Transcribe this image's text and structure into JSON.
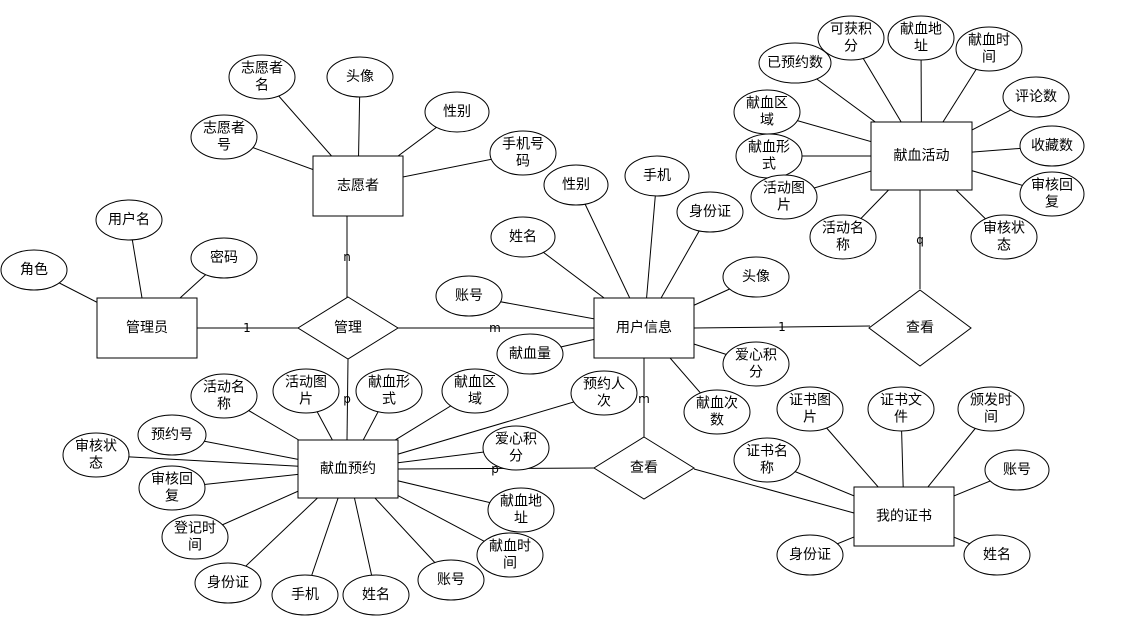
{
  "entities": [
    {
      "id": "volunteer",
      "label": "志愿者"
    },
    {
      "id": "admin",
      "label": "管理员"
    },
    {
      "id": "user",
      "label": "用户信息"
    },
    {
      "id": "activity",
      "label": "献血活动"
    },
    {
      "id": "reservation",
      "label": "献血预约"
    },
    {
      "id": "certificate",
      "label": "我的证书"
    }
  ],
  "relations": [
    {
      "id": "manage",
      "label": "管理"
    },
    {
      "id": "view1",
      "label": "查看"
    },
    {
      "id": "view2",
      "label": "查看"
    }
  ],
  "attributes": [
    {
      "id": "v_name",
      "label": "志愿者名",
      "entity": "volunteer"
    },
    {
      "id": "v_avatar",
      "label": "头像",
      "entity": "volunteer"
    },
    {
      "id": "v_gender",
      "label": "性别",
      "entity": "volunteer"
    },
    {
      "id": "v_no",
      "label": "志愿者号",
      "entity": "volunteer"
    },
    {
      "id": "v_phone",
      "label": "手机号码",
      "entity": "volunteer"
    },
    {
      "id": "a_username",
      "label": "用户名",
      "entity": "admin"
    },
    {
      "id": "a_role",
      "label": "角色",
      "entity": "admin"
    },
    {
      "id": "a_password",
      "label": "密码",
      "entity": "admin"
    },
    {
      "id": "u_gender",
      "label": "性别",
      "entity": "user"
    },
    {
      "id": "u_phone",
      "label": "手机",
      "entity": "user"
    },
    {
      "id": "u_idcard",
      "label": "身份证",
      "entity": "user"
    },
    {
      "id": "u_name",
      "label": "姓名",
      "entity": "user"
    },
    {
      "id": "u_avatar",
      "label": "头像",
      "entity": "user"
    },
    {
      "id": "u_account",
      "label": "账号",
      "entity": "user"
    },
    {
      "id": "u_amount",
      "label": "献血量",
      "entity": "user"
    },
    {
      "id": "u_points",
      "label": "爱心积分",
      "entity": "user"
    },
    {
      "id": "u_times",
      "label": "献血次数",
      "entity": "user"
    },
    {
      "id": "act_reserved",
      "label": "已预约数",
      "entity": "activity"
    },
    {
      "id": "act_points",
      "label": "可获积分",
      "entity": "activity"
    },
    {
      "id": "act_address",
      "label": "献血地址",
      "entity": "activity"
    },
    {
      "id": "act_time",
      "label": "献血时间",
      "entity": "activity"
    },
    {
      "id": "act_region",
      "label": "献血区域",
      "entity": "activity"
    },
    {
      "id": "act_comments",
      "label": "评论数",
      "entity": "activity"
    },
    {
      "id": "act_form",
      "label": "献血形式",
      "entity": "activity"
    },
    {
      "id": "act_favs",
      "label": "收藏数",
      "entity": "activity"
    },
    {
      "id": "act_image",
      "label": "活动图片",
      "entity": "activity"
    },
    {
      "id": "act_reply",
      "label": "审核回复",
      "entity": "activity"
    },
    {
      "id": "act_name",
      "label": "活动名称",
      "entity": "activity"
    },
    {
      "id": "act_status",
      "label": "审核状态",
      "entity": "activity"
    },
    {
      "id": "r_actname",
      "label": "活动名称",
      "entity": "reservation"
    },
    {
      "id": "r_actimg",
      "label": "活动图片",
      "entity": "reservation"
    },
    {
      "id": "r_form",
      "label": "献血形式",
      "entity": "reservation"
    },
    {
      "id": "r_region",
      "label": "献血区域",
      "entity": "reservation"
    },
    {
      "id": "r_count",
      "label": "预约人次",
      "entity": "reservation"
    },
    {
      "id": "r_no",
      "label": "预约号",
      "entity": "reservation"
    },
    {
      "id": "r_status",
      "label": "审核状态",
      "entity": "reservation"
    },
    {
      "id": "r_points",
      "label": "爱心积分",
      "entity": "reservation"
    },
    {
      "id": "r_reply",
      "label": "审核回复",
      "entity": "reservation"
    },
    {
      "id": "r_address",
      "label": "献血地址",
      "entity": "reservation"
    },
    {
      "id": "r_regtime",
      "label": "登记时间",
      "entity": "reservation"
    },
    {
      "id": "r_time",
      "label": "献血时间",
      "entity": "reservation"
    },
    {
      "id": "r_idcard",
      "label": "身份证",
      "entity": "reservation"
    },
    {
      "id": "r_phone",
      "label": "手机",
      "entity": "reservation"
    },
    {
      "id": "r_name",
      "label": "姓名",
      "entity": "reservation"
    },
    {
      "id": "r_account",
      "label": "账号",
      "entity": "reservation"
    },
    {
      "id": "c_image",
      "label": "证书图片",
      "entity": "certificate"
    },
    {
      "id": "c_file",
      "label": "证书文件",
      "entity": "certificate"
    },
    {
      "id": "c_date",
      "label": "颁发时间",
      "entity": "certificate"
    },
    {
      "id": "c_name",
      "label": "证书名称",
      "entity": "certificate"
    },
    {
      "id": "c_account",
      "label": "账号",
      "entity": "certificate"
    },
    {
      "id": "c_idcard",
      "label": "身份证",
      "entity": "certificate"
    },
    {
      "id": "c_pname",
      "label": "姓名",
      "entity": "certificate"
    }
  ],
  "links": [
    {
      "id": "l_volunteer_manage",
      "card": "n"
    },
    {
      "id": "l_admin_manage",
      "card": "1"
    },
    {
      "id": "l_manage_user",
      "card": "m"
    },
    {
      "id": "l_manage_reservation",
      "card": "p"
    },
    {
      "id": "l_user_view1",
      "card": "1"
    },
    {
      "id": "l_view1_activity",
      "card": "q"
    },
    {
      "id": "l_user_view2",
      "card": "m"
    },
    {
      "id": "l_reservation_view2",
      "card": "p"
    },
    {
      "id": "l_view2_certificate",
      "card": ""
    }
  ],
  "colors": {
    "stroke": "#000000",
    "fill": "#ffffff",
    "text": "#000000"
  }
}
